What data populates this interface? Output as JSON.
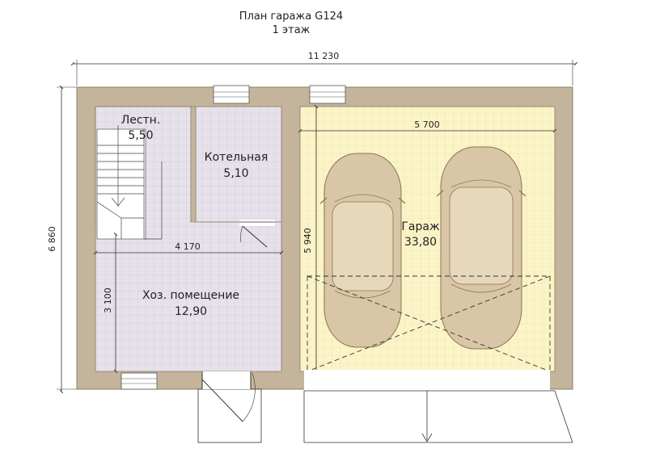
{
  "title": {
    "line1": "План гаража G124",
    "line2": "1 этаж"
  },
  "dimensions": {
    "overall_width": "11 230",
    "overall_depth": "6 860",
    "garage_width": "5 700",
    "garage_depth": "5 940",
    "utility_width": "4 170",
    "utility_depth": "3 100"
  },
  "rooms": [
    {
      "key": "stairs",
      "name": "Лестн.",
      "area": "5,50"
    },
    {
      "key": "boiler",
      "name": "Котельная",
      "area": "5,10"
    },
    {
      "key": "utility",
      "name": "Хоз. помещение",
      "area": "12,90"
    },
    {
      "key": "garage",
      "name": "Гараж",
      "area": "33,80"
    }
  ],
  "colors": {
    "wall": "#c4b49b",
    "floor_tile": "#e6e1ea",
    "garage_floor": "#fbf4c6",
    "grid_line": "#c8c2cc",
    "garage_grid": "#e5dcaa",
    "car": "#d9c6a6",
    "dim_line": "#333333"
  }
}
